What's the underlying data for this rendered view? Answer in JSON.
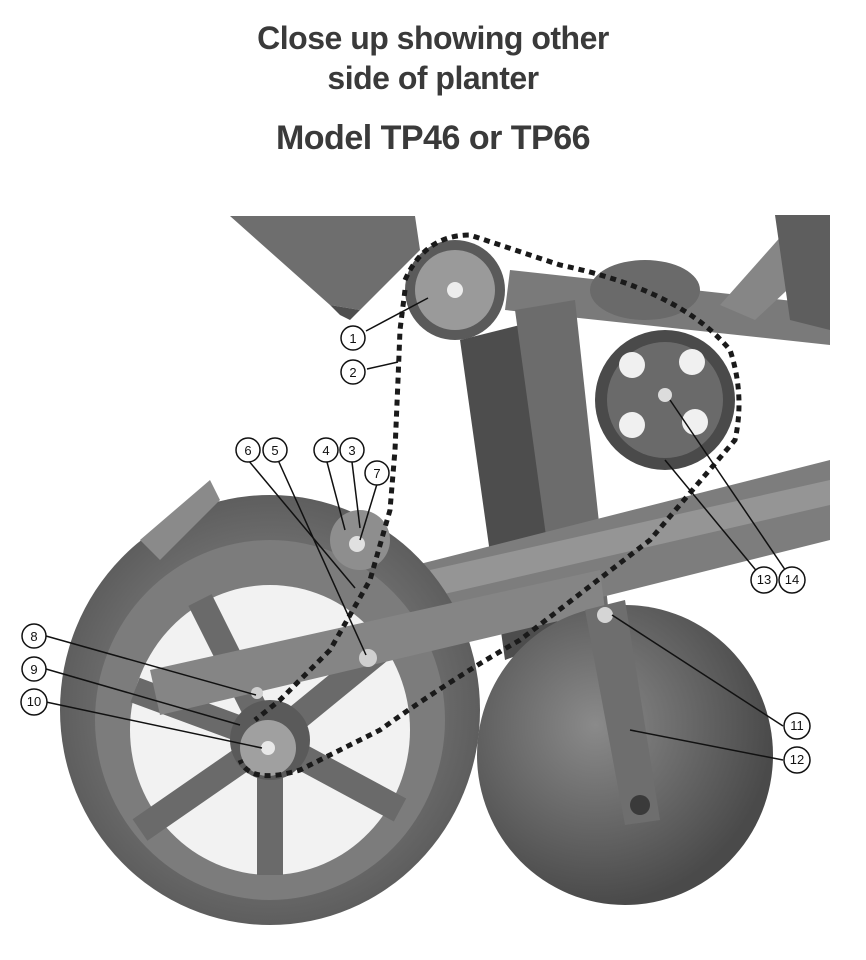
{
  "header": {
    "title_line1": "Close up showing other",
    "title_line2": "side of planter",
    "subtitle": "Model TP46 or TP66"
  },
  "callouts": {
    "c1": "1",
    "c2": "2",
    "c3": "3",
    "c4": "4",
    "c5": "5",
    "c6": "6",
    "c7": "7",
    "c8": "8",
    "c9": "9",
    "c10": "10",
    "c11": "11",
    "c12": "12",
    "c13": "13",
    "c14": "14"
  },
  "colors": {
    "title_text": "#3a3a3a",
    "metal_dark": "#5a5a5a",
    "metal_mid": "#8a8a8a",
    "metal_light": "#b5b5b5",
    "chain": "#1a1a1a"
  }
}
